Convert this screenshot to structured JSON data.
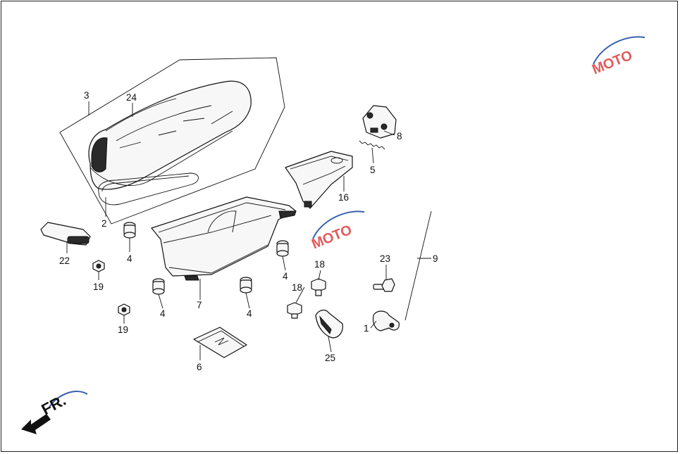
{
  "diagram": {
    "fr_label": "FR.",
    "watermark_text": "MOTO",
    "callouts": [
      {
        "id": "c3",
        "text": "3"
      },
      {
        "id": "c24",
        "text": "24"
      },
      {
        "id": "c2",
        "text": "2"
      },
      {
        "id": "c22",
        "text": "22"
      },
      {
        "id": "c4a",
        "text": "4"
      },
      {
        "id": "c19a",
        "text": "19"
      },
      {
        "id": "c4b",
        "text": "4"
      },
      {
        "id": "c19b",
        "text": "19"
      },
      {
        "id": "c7",
        "text": "7"
      },
      {
        "id": "c4c",
        "text": "4"
      },
      {
        "id": "c4d",
        "text": "4"
      },
      {
        "id": "c6",
        "text": "6"
      },
      {
        "id": "c8",
        "text": "8"
      },
      {
        "id": "c5",
        "text": "5"
      },
      {
        "id": "c16",
        "text": "16"
      },
      {
        "id": "c18a",
        "text": "18"
      },
      {
        "id": "c18b",
        "text": "18"
      },
      {
        "id": "c25",
        "text": "25"
      },
      {
        "id": "c23",
        "text": "23"
      },
      {
        "id": "c9",
        "text": "9"
      },
      {
        "id": "c1",
        "text": "1"
      }
    ]
  },
  "colors": {
    "watermark_red": "#e25b5b",
    "watermark_blue": "#3a5fb0",
    "ink": "#111111"
  }
}
